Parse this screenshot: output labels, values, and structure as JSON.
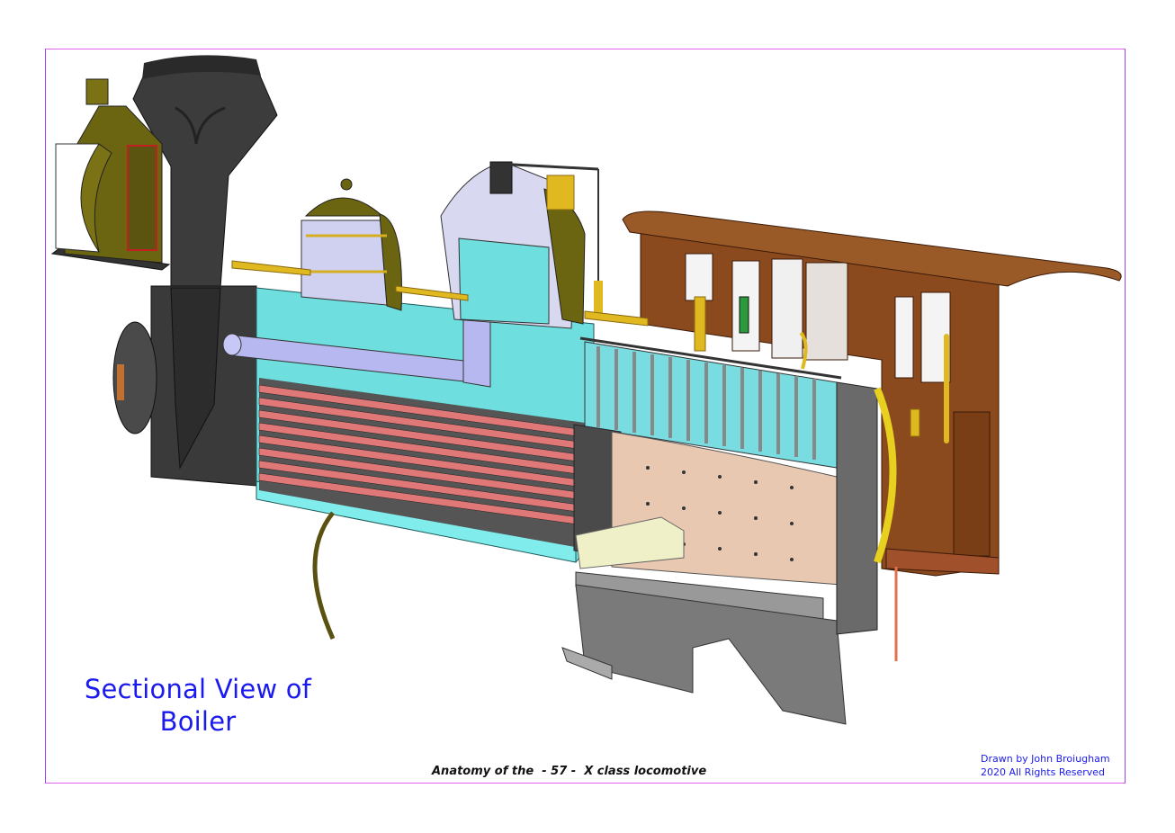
{
  "diagram": {
    "title_line1": "Sectional View of",
    "title_line2": "Boiler",
    "footer_caption": "Anatomy of the  - 57 -  X class locomotive",
    "credit_line1": "Drawn by John Broiugham",
    "credit_line2": "2020 All Rights Reserved",
    "components": [
      "headlamp",
      "smokestack",
      "smokebox",
      "sand-dome",
      "steam-dome",
      "dry-pipe",
      "boiler-barrel",
      "fire-tubes",
      "crown-stays",
      "firebox",
      "brick-arch",
      "grate",
      "ash-pan",
      "backhead",
      "cab",
      "cab-roof",
      "whistle",
      "safety-valve",
      "handrail"
    ],
    "colors": {
      "frame_top_bottom": "#e060f0",
      "frame_sides": "#a040f0",
      "title_text": "#1a1aee",
      "boiler_water": "#6fdede",
      "fire_tubes": "#e07878",
      "firebox_plate": "#e8c8b0",
      "cab_wood": "#8a4a1e",
      "smokestack": "#3a3a3a",
      "brass": "#d4b020",
      "lamp_body": "#6b6410",
      "pipe_lavender": "#b8b8f0",
      "ash_pan": "#7a7a7a"
    }
  }
}
